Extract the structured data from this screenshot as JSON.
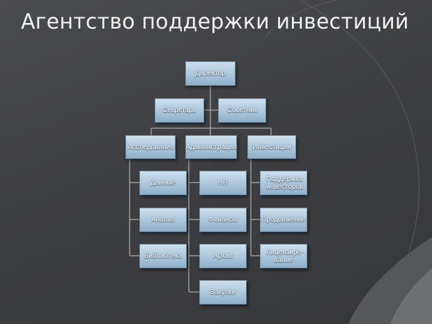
{
  "title": "Агентство поддержки инвестиций",
  "org": {
    "director": "Директор",
    "secretary": "Секретарь",
    "advisor": "Советник",
    "research": {
      "label": "Исследования",
      "items": [
        "Данные",
        "Анализ",
        "Библиотека"
      ]
    },
    "administration": {
      "label": "Администрация",
      "items": [
        "HR",
        "Финансы",
        "Архив",
        "Закупки"
      ]
    },
    "investments": {
      "label": "Инвестиции",
      "items": [
        "Поддержка инвесторов",
        "Продвижение",
        "Лицензиро-вание"
      ]
    }
  }
}
